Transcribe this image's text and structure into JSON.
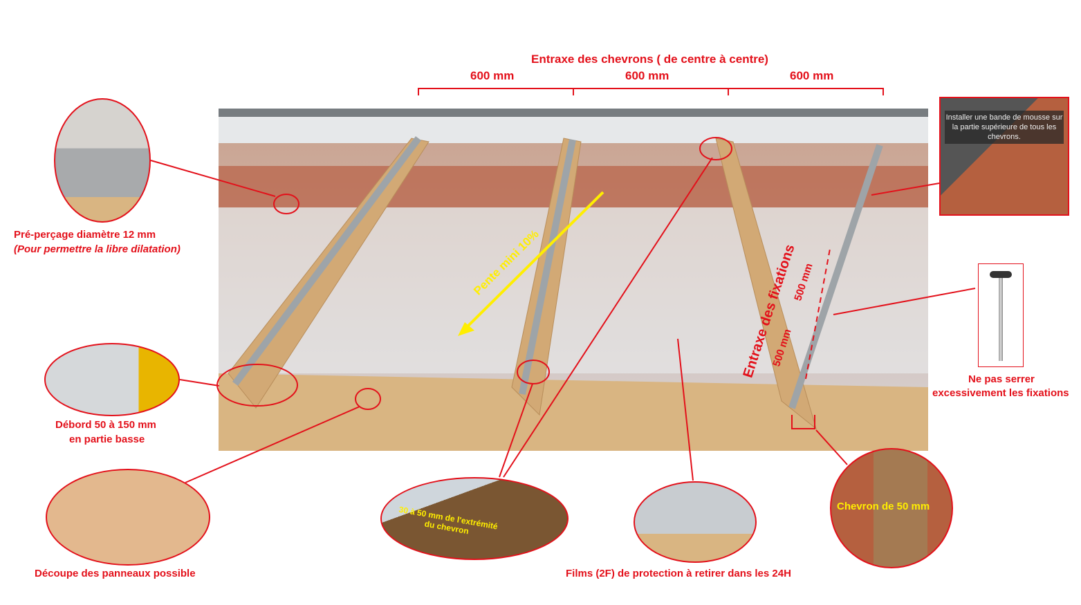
{
  "header": {
    "title": "Entraxe des chevrons ( de centre à centre)",
    "spacings": [
      "600 mm",
      "600 mm",
      "600 mm"
    ]
  },
  "slope_label": "Pente mini 10%",
  "fixings": {
    "title": "Entraxe des fixations",
    "spacings": [
      "500 mm",
      "500 mm"
    ]
  },
  "callouts": {
    "predrill": {
      "line1": "Pré-perçage diamètre 12 mm",
      "line2": "(Pour permettre la libre dilatation)"
    },
    "overhang": {
      "line1": "Débord 50 à 150 mm",
      "line2": "en partie basse"
    },
    "cutting": {
      "label": "Découpe des panneaux possible"
    },
    "end_distance": {
      "label": "30 à 50 mm de l'extrémité du chevron"
    },
    "films": {
      "label": "Films (2F) de protection à retirer dans les 24H"
    },
    "rafter": {
      "label": "Chevron de 50 mm"
    },
    "foam": {
      "label": "Installer une bande de mousse sur la partie supérieure de tous les chevrons."
    },
    "screw": {
      "line1": "Ne pas serrer",
      "line2": "excessivement les fixations"
    }
  },
  "colors": {
    "accent": "#e3101a",
    "slope": "#ffee00",
    "wood": "#d9b582"
  }
}
